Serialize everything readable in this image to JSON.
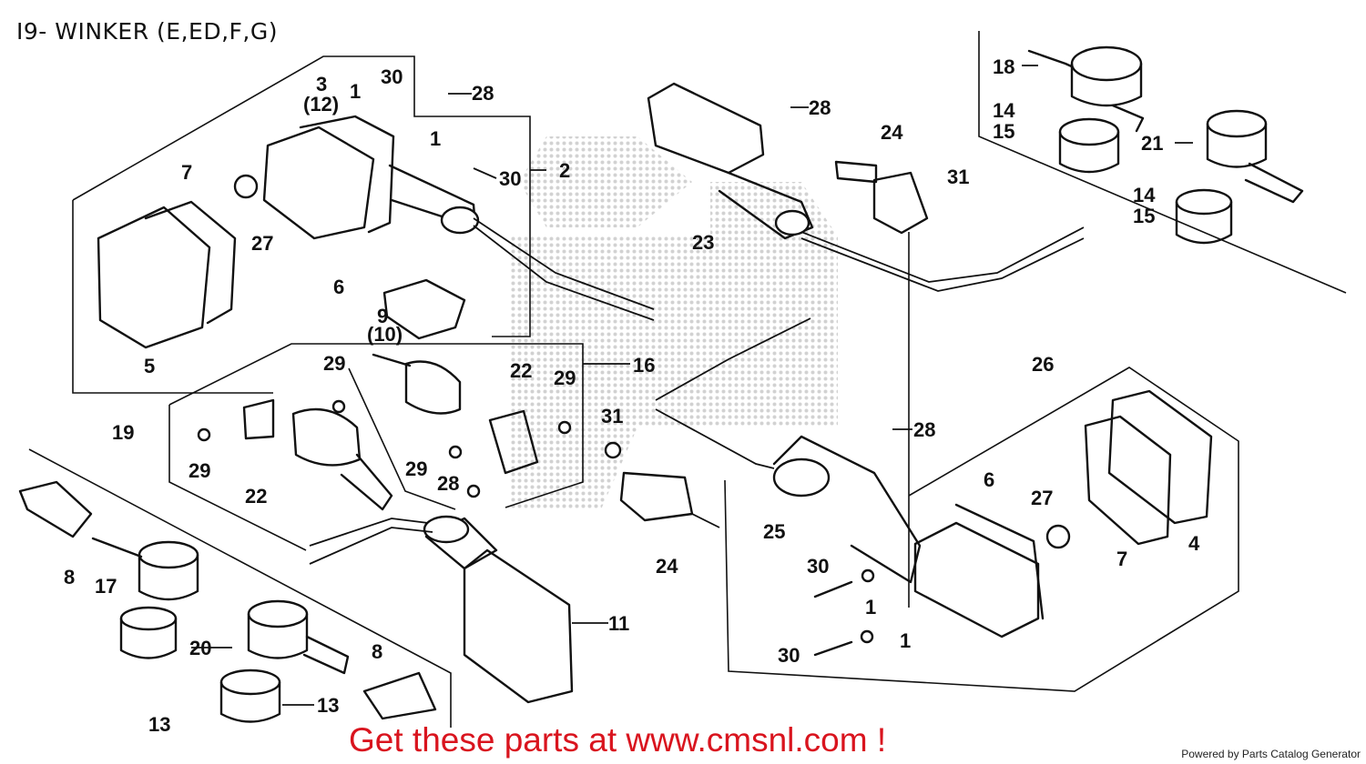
{
  "page": {
    "title": "I9- WINKER (E,ED,F,G)",
    "cta": "Get these parts at www.cmsnl.com !",
    "credit": "Powered by Parts Catalog Generator",
    "colors": {
      "cta": "#d9141e",
      "ink": "#111111",
      "watermark": "#9a9a9a"
    }
  },
  "callouts": [
    "1",
    "1",
    "1",
    "1",
    "2",
    "3",
    "(12)",
    "4",
    "5",
    "6",
    "6",
    "7",
    "7",
    "8",
    "8",
    "9",
    "(10)",
    "11",
    "13",
    "13",
    "14",
    "15",
    "14",
    "15",
    "16",
    "17",
    "18",
    "19",
    "20",
    "21",
    "22",
    "22",
    "23",
    "24",
    "24",
    "25",
    "26",
    "27",
    "27",
    "28",
    "28",
    "28",
    "28",
    "29",
    "29",
    "29",
    "29",
    "30",
    "30",
    "30",
    "30",
    "31",
    "31"
  ]
}
